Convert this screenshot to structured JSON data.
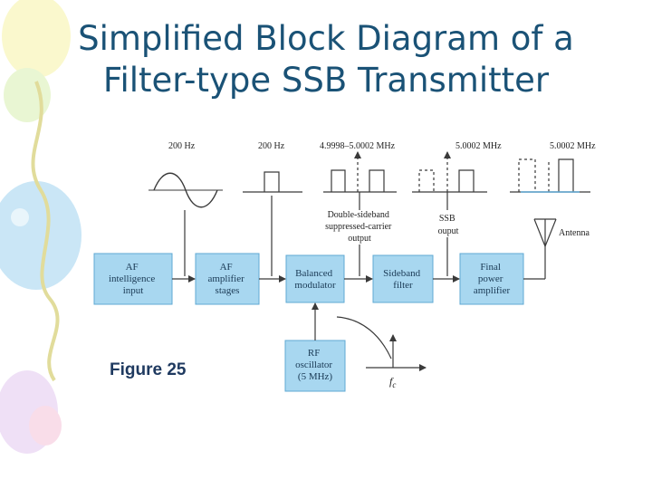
{
  "slide": {
    "title_line1": "Simplified Block Diagram of a",
    "title_line2": "Filter-type SSB Transmitter",
    "figure_label": "Figure 25"
  },
  "diagram": {
    "blocks": {
      "af_input": [
        "AF",
        "intelligence",
        "input"
      ],
      "af_amp": [
        "AF",
        "amplifier",
        "stages"
      ],
      "balanced_mod": [
        "Balanced",
        "modulator"
      ],
      "sideband_filter": [
        "Sideband",
        "filter"
      ],
      "final_amp": [
        "Final",
        "power",
        "amplifier"
      ],
      "rf_osc": [
        "RF",
        "oscillator",
        "(5 MHz)"
      ]
    },
    "freq_labels": {
      "sine": "200 Hz",
      "pulse": "200 Hz",
      "dsb": "4.9998–5.0002 MHz",
      "ssb": "5.0002 MHz",
      "out": "5.0002 MHz"
    },
    "annotations": {
      "dsb": [
        "Double-sideband",
        "suppressed-carrier",
        "output"
      ],
      "ssb": [
        "SSB",
        "ouput"
      ],
      "antenna": "Antenna",
      "fc": "f",
      "fc_sub": "c"
    },
    "colors": {
      "block_fill": "#a8d7f0",
      "block_stroke": "#5fa8d3",
      "line": "#3a3a3a",
      "title": "#1a5276"
    }
  }
}
